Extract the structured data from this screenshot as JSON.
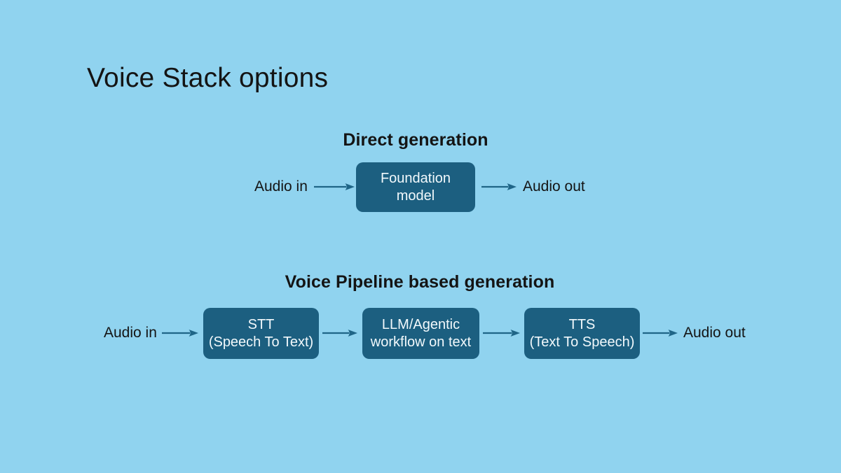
{
  "colors": {
    "background": "#90d3ef",
    "box-fill": "#1c5f80",
    "box-text": "#f2f9fc",
    "arrow": "#1f6587",
    "text": "#141414"
  },
  "title": "Voice Stack options",
  "sections": [
    {
      "heading": "Direct generation",
      "flow": {
        "input_label": "Audio in",
        "output_label": "Audio out",
        "boxes": [
          {
            "line1": "Foundation",
            "line2": "model"
          }
        ]
      }
    },
    {
      "heading": "Voice Pipeline based generation",
      "flow": {
        "input_label": "Audio in",
        "output_label": "Audio out",
        "boxes": [
          {
            "line1": "STT",
            "line2": "(Speech To Text)"
          },
          {
            "line1": "LLM/Agentic",
            "line2": "workflow on text"
          },
          {
            "line1": "TTS",
            "line2": "(Text To Speech)"
          }
        ]
      }
    }
  ]
}
